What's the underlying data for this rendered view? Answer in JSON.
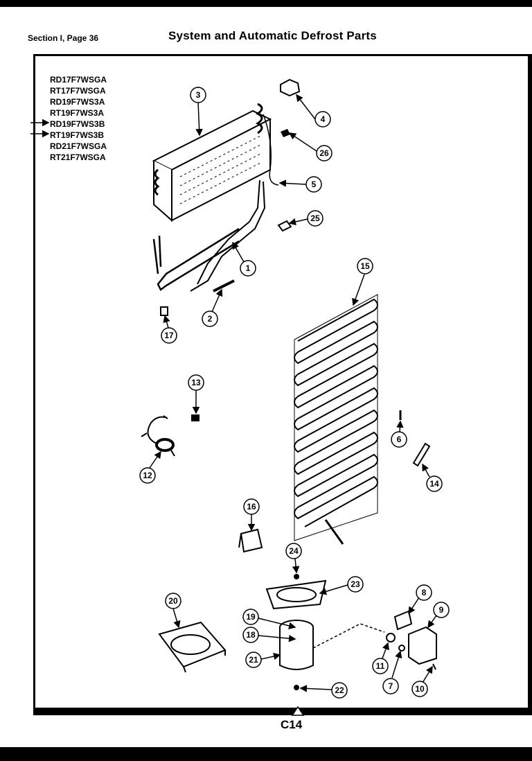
{
  "header": {
    "section_label": "Section I, Page 36",
    "title": "System and Automatic Defrost Parts"
  },
  "models": [
    {
      "code": "RD17F7WSGA",
      "arrow": false
    },
    {
      "code": "RT17F7WSGA",
      "arrow": false
    },
    {
      "code": "RD19F7WS3A",
      "arrow": false
    },
    {
      "code": "RT19F7WS3A",
      "arrow": false
    },
    {
      "code": "RD19F7WS3B",
      "arrow": true
    },
    {
      "code": "RT19F7WS3B",
      "arrow": true
    },
    {
      "code": "RD21F7WSGA",
      "arrow": false
    },
    {
      "code": "RT21F7WSGA",
      "arrow": false
    }
  ],
  "callouts": [
    "1",
    "2",
    "3",
    "4",
    "5",
    "6",
    "7",
    "8",
    "9",
    "10",
    "11",
    "12",
    "13",
    "14",
    "15",
    "16",
    "17",
    "18",
    "19",
    "20",
    "21",
    "22",
    "23",
    "24",
    "25",
    "26"
  ],
  "footer": {
    "page_id": "C14"
  }
}
